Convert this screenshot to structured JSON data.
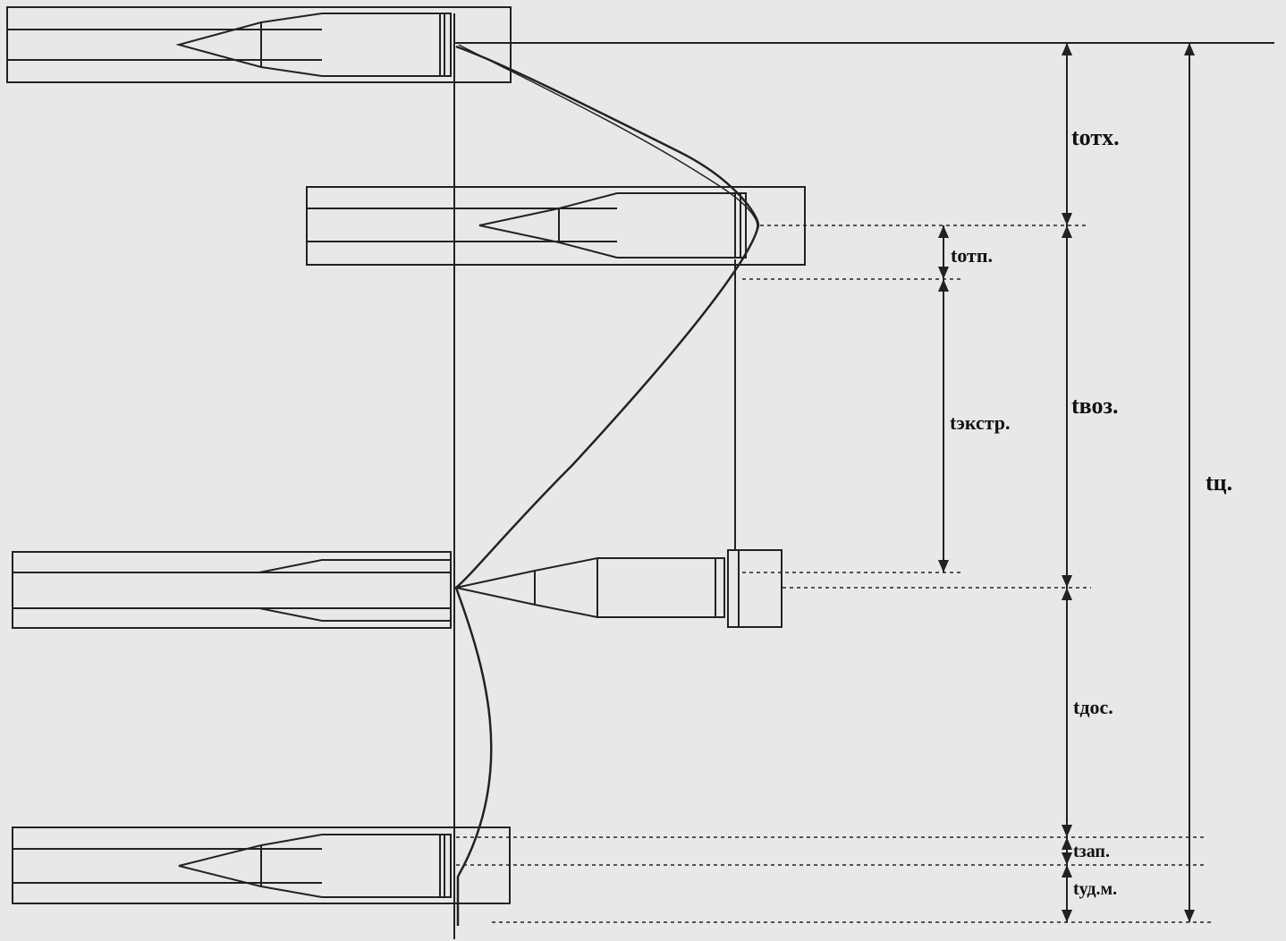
{
  "diagram": {
    "labels": {
      "t_otkh": "tотх.",
      "t_otp": "tотп.",
      "t_ekstr": "tэкстр.",
      "t_voz": "tвоз.",
      "t_ts": "tц.",
      "t_dos": "tдос.",
      "t_zap": "tзап.",
      "t_ud_m": "tуд.м."
    }
  }
}
